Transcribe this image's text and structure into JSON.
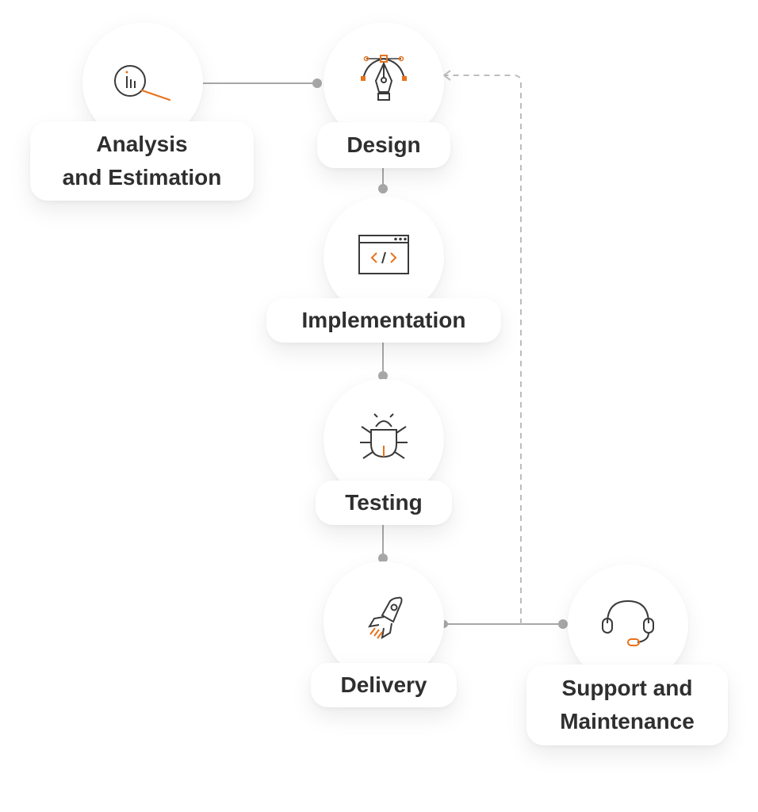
{
  "diagram": {
    "steps": [
      {
        "key": "analysis",
        "label": "Analysis\nand Estimation",
        "icon": "magnifier-chart-icon"
      },
      {
        "key": "design",
        "label": "Design",
        "icon": "pen-tool-icon"
      },
      {
        "key": "implementation",
        "label": "Implementation",
        "icon": "code-window-icon"
      },
      {
        "key": "testing",
        "label": "Testing",
        "icon": "bug-icon"
      },
      {
        "key": "delivery",
        "label": "Delivery",
        "icon": "rocket-icon"
      },
      {
        "key": "support",
        "label": "Support and\nMaintenance",
        "icon": "headset-icon"
      }
    ],
    "colors": {
      "accent": "#e8731c",
      "icon_stroke": "#3a3a3a",
      "text": "#2f2f2f",
      "connector": "#9e9e9e",
      "feedback_dashed": "#bdbdbd"
    }
  }
}
